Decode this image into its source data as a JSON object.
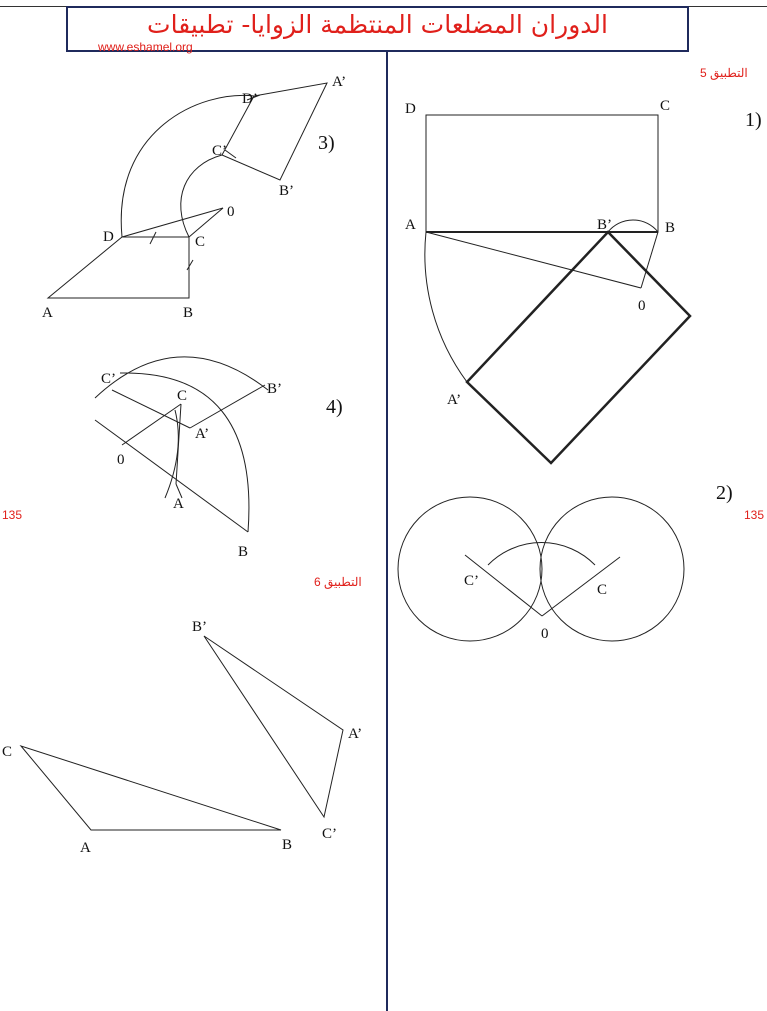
{
  "header": {
    "title": "الدوران المضلعات المنتظمة الزوايا- تطبيقات",
    "website": "www.eshamel.org"
  },
  "app_labels": {
    "app5": "التطبيق 5",
    "app6": "التطبيق 6"
  },
  "angles": {
    "left": "135",
    "right": "135"
  },
  "figures": {
    "fig1": {
      "number": "1)",
      "points": {
        "A": "A",
        "B": "B",
        "C": "C",
        "D": "D",
        "Bp": "B’",
        "Ap": "A’",
        "O": "0"
      }
    },
    "fig2": {
      "number": "2)",
      "points": {
        "Cp": "C’",
        "C": "C",
        "O": "0"
      }
    },
    "fig3": {
      "number": "3)",
      "points": {
        "Ap": "A’",
        "Dp": "D’",
        "Cp": "C’",
        "Bp": "B’",
        "O": "0",
        "D": "D",
        "C": "C",
        "A": "A",
        "B": "B"
      }
    },
    "fig4": {
      "number": "4)",
      "points": {
        "Cp": "C’",
        "C": "C",
        "Bp": "B’",
        "Ap": "A’",
        "O": "0",
        "A": "A",
        "B": "B"
      }
    },
    "fig6": {
      "points": {
        "Bp": "B’",
        "Ap": "A’",
        "Cp": "C’",
        "C": "C",
        "A": "A",
        "B": "B"
      }
    }
  }
}
